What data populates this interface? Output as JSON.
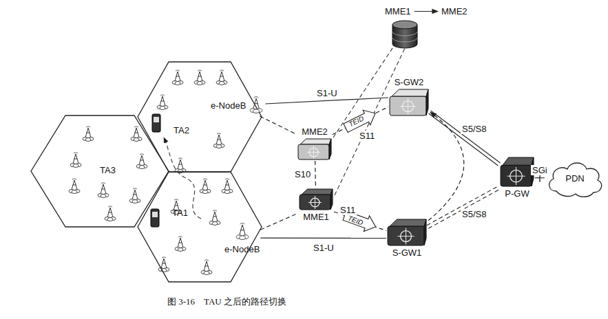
{
  "diagram": {
    "caption": "图 3-16　TAU 之后的路径切换",
    "nodes": [
      {
        "text": [
          "TA3"
        ]
      },
      {
        "text": [
          "TA2"
        ]
      },
      {
        "text": [
          "TA1"
        ]
      },
      {
        "text": [
          "e-NodeB"
        ],
        "in": 1
      },
      {
        "text": [
          "e-NodeB"
        ],
        "in": 2
      },
      {
        "text": [
          "MME2"
        ]
      },
      {
        "text": [
          "MME1"
        ]
      },
      {
        "text": [
          "S-GW2"
        ]
      },
      {
        "text": [
          "S-GW1"
        ]
      },
      {
        "text": [
          "P-GW"
        ]
      },
      {
        "text": [
          "PDN"
        ]
      }
    ],
    "edges": [
      {
        "from": 3,
        "to": 7,
        "arrow": "none",
        "label": "S1-U"
      },
      {
        "from": 3,
        "to": 5,
        "arrow": "none"
      },
      {
        "from": 4,
        "to": 8,
        "arrow": "none",
        "label": "S1-U"
      },
      {
        "from": 4,
        "to": 6,
        "arrow": "none"
      },
      {
        "from": 5,
        "to": 6,
        "arrow": "none",
        "label": "S10"
      },
      {
        "from": 5,
        "to": 7,
        "arrow": "none",
        "label": "S11"
      },
      {
        "from": 6,
        "to": 8,
        "arrow": "none",
        "label": "S11"
      },
      {
        "from": 7,
        "to": 9,
        "arrow": "none",
        "label": "S5/S8"
      },
      {
        "from": 8,
        "to": 9,
        "arrow": "none",
        "label": "S5/S8"
      },
      {
        "from": 9,
        "to": 10,
        "arrow": "none",
        "label": "SGi"
      },
      {
        "from": 8,
        "to": 7,
        "arrow": "to"
      }
    ],
    "labels": [
      "MME1",
      "MME2",
      "TEID",
      "TEID"
    ]
  }
}
